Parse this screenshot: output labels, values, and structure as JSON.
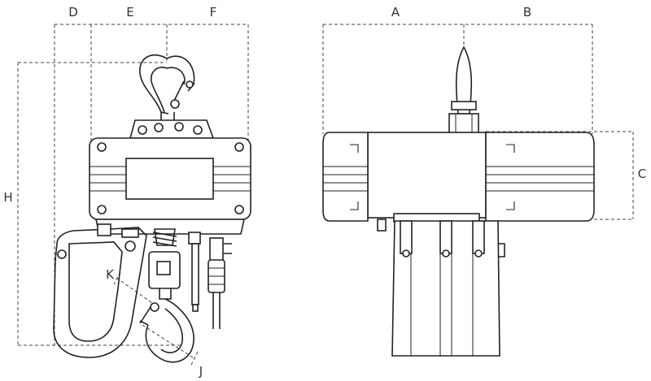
{
  "dimension_labels": {
    "A": "A",
    "B": "B",
    "C": "C",
    "D": "D",
    "E": "E",
    "F": "F",
    "H": "H",
    "J": "J",
    "K": "K"
  },
  "colors": {
    "line": "#222222",
    "dimension_line": "#444444",
    "label": "#333333",
    "background": "#ffffff"
  }
}
